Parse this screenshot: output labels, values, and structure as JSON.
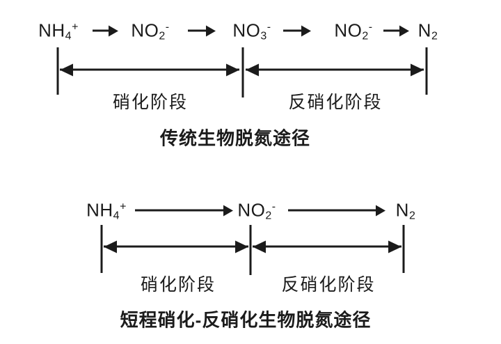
{
  "page": {
    "background": "#ffffff",
    "ink_color": "#1b1b1b"
  },
  "diagrams": [
    {
      "id": "traditional",
      "title": "传统生物脱氮途径",
      "species": [
        {
          "base": "NH",
          "sub": "4",
          "sup": "+"
        },
        {
          "base": "NO",
          "sub": "2",
          "sup": "-"
        },
        {
          "base": "NO",
          "sub": "3",
          "sup": "-"
        },
        {
          "base": "NO",
          "sub": "2",
          "sup": "-"
        },
        {
          "base": "N",
          "sub": "2",
          "sup": ""
        }
      ],
      "stages": [
        {
          "label": "硝化阶段"
        },
        {
          "label": "反硝化阶段"
        }
      ]
    },
    {
      "id": "shortcut",
      "title": "短程硝化-反硝化生物脱氮途径",
      "species": [
        {
          "base": "NH",
          "sub": "4",
          "sup": "+"
        },
        {
          "base": "NO",
          "sub": "2",
          "sup": "-"
        },
        {
          "base": "N",
          "sub": "2",
          "sup": ""
        }
      ],
      "stages": [
        {
          "label": "硝化阶段"
        },
        {
          "label": "反硝化阶段"
        }
      ]
    }
  ]
}
